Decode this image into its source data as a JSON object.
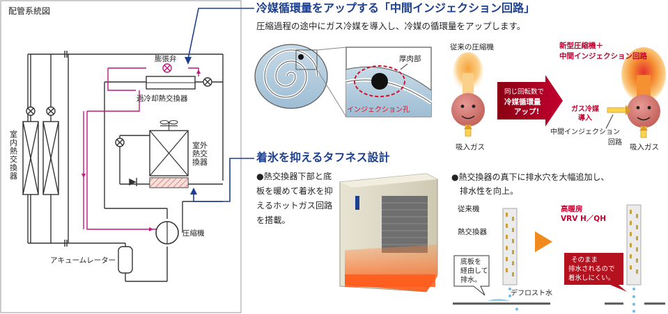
{
  "piping": {
    "title": "配管系統図",
    "indoor_hx": "室内熱交換器",
    "expansion_valve": "膨張弁",
    "subcooling_hx": "過冷却熱交換器",
    "outdoor_hx": "室外熱交換器",
    "compressor": "圧縮機",
    "accumulator": "アキュームレーター"
  },
  "injection": {
    "heading": "冷媒循環量をアップする「中間インジェクション回路」",
    "description": "圧縮過程の途中にガス冷媒を導入し、冷媒の循環量をアップします。",
    "thick_part": "厚肉部",
    "injection_hole": "インジェクション孔",
    "conventional_label": "従来の圧縮機",
    "new_label_line1": "新型圧縮機＋",
    "new_label_line2": "中間インジェクション回路",
    "arrow_line1": "同じ回転数で",
    "arrow_line2": "冷媒循環量",
    "arrow_line3": "アップ!",
    "gas_injection_line1": "ガス冷媒",
    "gas_injection_line2": "導入",
    "mid_circuit_line1": "中間インジェクション",
    "mid_circuit_line2": "回路",
    "suction_gas_left": "吸入ガス",
    "suction_gas_right": "吸入ガス"
  },
  "anti_ice": {
    "heading": "着氷を抑えるタフネス設計",
    "bullet1": "●熱交換器下部と底板を暖めて着氷を抑えるホットガス回路を搭載。",
    "bullet2_line1": "●熱交換器の真下に排水穴を大幅追加し、",
    "bullet2_line2": "排水性を向上。",
    "conventional": "従来機",
    "heat_exchanger": "熱交換器",
    "callout_left_line1": "底板を",
    "callout_left_line2": "経由して",
    "callout_left_line3": "排水。",
    "defrost_water": "デフロスト水",
    "new_model_line1": "高暖房",
    "new_model_line2": "VRV H／QH",
    "callout_right_line1": "そのまま",
    "callout_right_line2": "排水されるので",
    "callout_right_line3": "着氷しにくい。"
  },
  "colors": {
    "heading_blue": "#1d3f8f",
    "accent_red": "#c3002f",
    "magenta_line": "#c0177e",
    "pipe_dark": "#333333",
    "flow_orange": "#f08a1c"
  }
}
